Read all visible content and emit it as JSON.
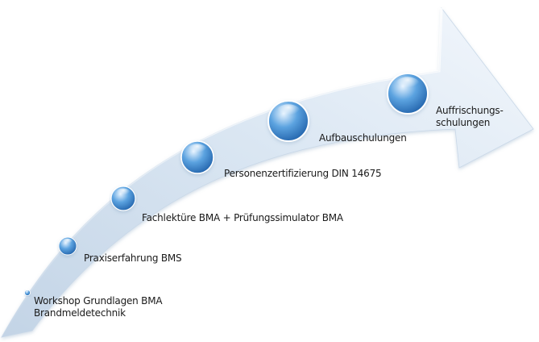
{
  "colors": {
    "arrow_light": "#f3f7fc",
    "arrow_mid": "#dbe7f3",
    "arrow_dark": "#c3d4e6",
    "bubble_light": "#e8f4ff",
    "bubble_mid": "#5ca3e0",
    "bubble_dark": "#1e5fa8",
    "text": "#1a1a1a"
  },
  "steps": [
    {
      "label_line1": "Workshop Grundlagen BMA",
      "label_line2": "Brandmeldetechnik"
    },
    {
      "label_line1": "Praxiserfahrung BMS",
      "label_line2": ""
    },
    {
      "label_line1": "Fachlektüre BMA + Prüfungssimulator BMA",
      "label_line2": ""
    },
    {
      "label_line1": "Personenzertifizierung DIN 14675",
      "label_line2": ""
    },
    {
      "label_line1": "Aufbauschulungen",
      "label_line2": ""
    },
    {
      "label_line1": "Auffrischungs-",
      "label_line2": "schulungen"
    }
  ]
}
